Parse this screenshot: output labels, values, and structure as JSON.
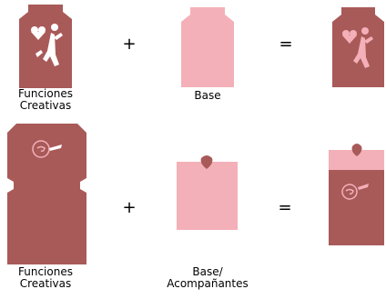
{
  "colors": {
    "dark": "#A85A59",
    "light": "#F4B0B8",
    "text": "#000000",
    "background": "#FFFFFF"
  },
  "row1": {
    "left_label_line1": "Funciones",
    "left_label_line2": "Creativas",
    "middle_label": "Base",
    "plus": "+",
    "equals": "="
  },
  "row2": {
    "left_label_line1": "Funciones",
    "left_label_line2": "Creativas",
    "middle_label_line1": "Base/",
    "middle_label_line2": "Acompañantes",
    "plus": "+",
    "equals": "="
  }
}
